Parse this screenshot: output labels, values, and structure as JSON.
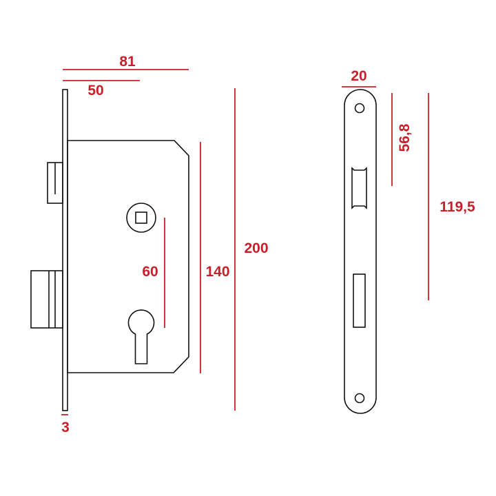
{
  "dimensions": {
    "overall_depth": "81",
    "backset": "50",
    "faceplate_thickness": "3",
    "handle_to_key_distance": "60",
    "case_height": "140",
    "faceplate_height": "200",
    "faceplate_width": "20",
    "top_hole_to_latch": "56,8",
    "top_hole_to_bolt": "119,5"
  },
  "colors": {
    "dimension": "#c8202a",
    "outline": "#111111",
    "background": "#ffffff"
  }
}
